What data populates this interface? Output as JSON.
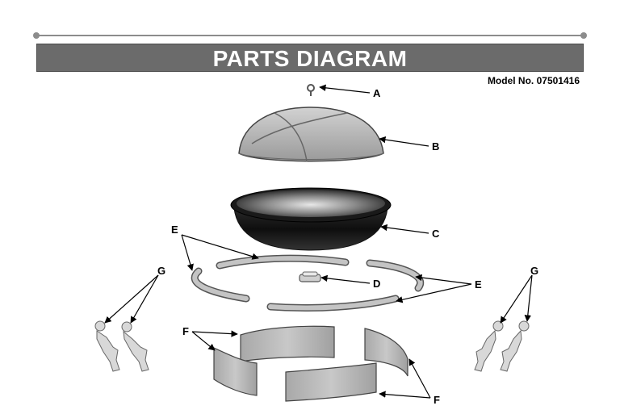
{
  "header": {
    "title": "PARTS DIAGRAM",
    "model": "Model No. 07501416"
  },
  "parts": [
    {
      "letter": "A"
    },
    {
      "letter": "B"
    },
    {
      "letter": "C"
    },
    {
      "letter": "D"
    },
    {
      "letter": "E"
    },
    {
      "letter": "F"
    },
    {
      "letter": "G"
    }
  ],
  "colors": {
    "banner": "#6b6b6b",
    "rule": "#8c8c8c",
    "part_fill": "#bdbdbd",
    "bowl_dark": "#1a1a1a"
  }
}
